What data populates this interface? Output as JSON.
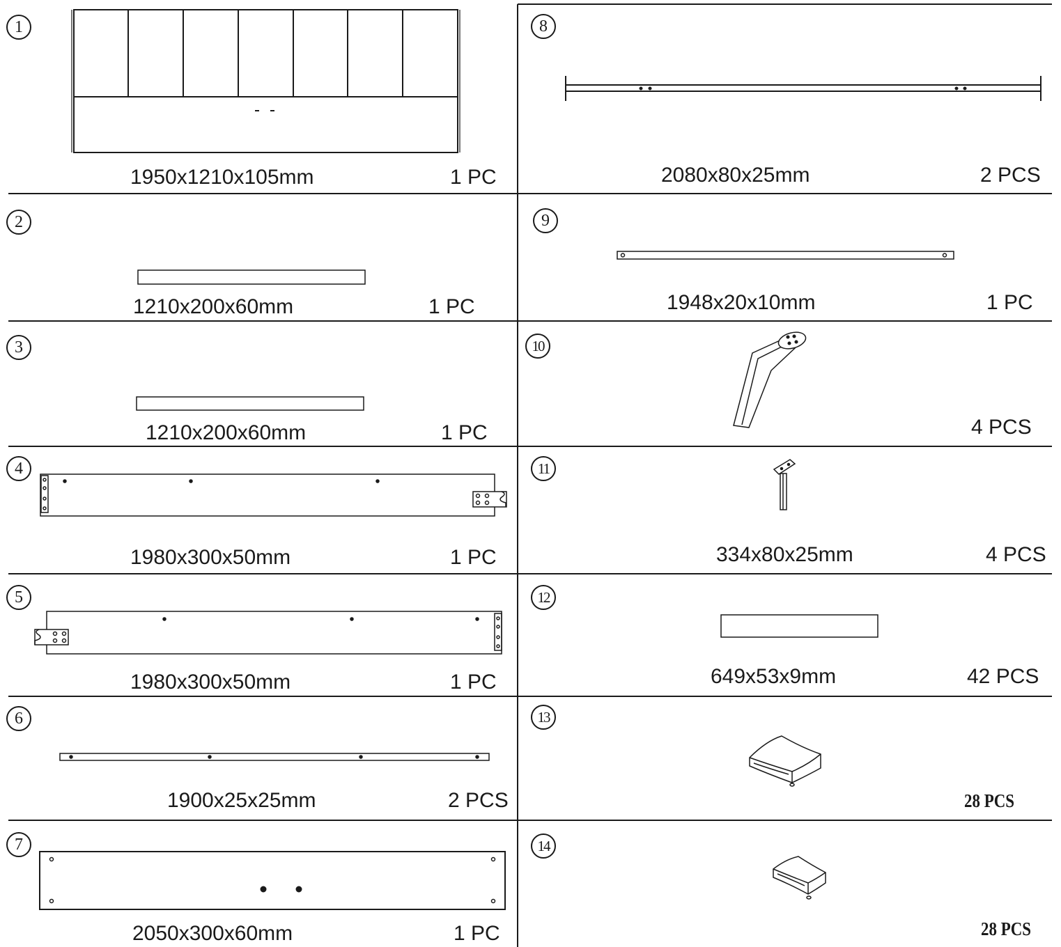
{
  "parts": [
    {
      "number": "1",
      "dimensions": "1950x1210x105mm",
      "quantity": "1 PC",
      "shape": "headboard-panel"
    },
    {
      "number": "2",
      "dimensions": "1210x200x60mm",
      "quantity": "1 PC",
      "shape": "board"
    },
    {
      "number": "3",
      "dimensions": "1210x200x60mm",
      "quantity": "1 PC",
      "shape": "board"
    },
    {
      "number": "4",
      "dimensions": "1980x300x50mm",
      "quantity": "1 PC",
      "shape": "side-rail-left"
    },
    {
      "number": "5",
      "dimensions": "1980x300x50mm",
      "quantity": "1 PC",
      "shape": "side-rail-right"
    },
    {
      "number": "6",
      "dimensions": "1900x25x25mm",
      "quantity": "2 PCS",
      "shape": "thin-bar"
    },
    {
      "number": "7",
      "dimensions": "2050x300x60mm",
      "quantity": "1 PC",
      "shape": "footboard-panel"
    },
    {
      "number": "8",
      "dimensions": "2080x80x25mm",
      "quantity": "2 PCS",
      "shape": "center-beam"
    },
    {
      "number": "9",
      "dimensions": "1948x20x10mm",
      "quantity": "1 PC",
      "shape": "flat-bar"
    },
    {
      "number": "10",
      "dimensions": "",
      "quantity": "4 PCS",
      "shape": "angled-leg"
    },
    {
      "number": "11",
      "dimensions": "334x80x25mm",
      "quantity": "4 PCS",
      "shape": "support-leg"
    },
    {
      "number": "12",
      "dimensions": "649x53x9mm",
      "quantity": "42 PCS",
      "shape": "slat"
    },
    {
      "number": "13",
      "dimensions": "",
      "quantity": "28 PCS",
      "shape": "slat-holder-large"
    },
    {
      "number": "14",
      "dimensions": "",
      "quantity": "28 PCS",
      "shape": "slat-holder-small"
    }
  ],
  "colors": {
    "line": "#1a1a1a",
    "background": "#ffffff"
  }
}
